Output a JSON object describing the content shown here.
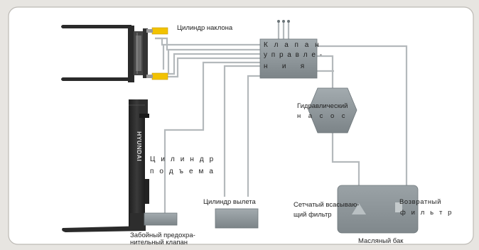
{
  "diagram": {
    "labels": {
      "tilt_cylinder": "Цилиндр наклона",
      "control_valve": [
        "К л а п а н",
        "у п р а в л е -",
        "н   и   я"
      ],
      "pump": [
        "Гидравлический",
        "н    а    с    о    с"
      ],
      "lift_cylinder": [
        "Ц и л и н д р",
        "п о д ъ е м а"
      ],
      "reach_cylinder": "Цилиндр вылета",
      "suction_filter": [
        "Сетчатый всасываю-",
        "щий фильтр"
      ],
      "return_filter": [
        "Возвратный",
        "ф и л ь т р"
      ],
      "oil_tank": "Масляный бак",
      "safety_valve": [
        "Забойный предохра-",
        "нительный клапан"
      ],
      "brand": "HYUNDAI"
    },
    "colors": {
      "background": "#e7e5e1",
      "panel": "#ffffff",
      "component": "#8a9296",
      "component_light": "#a7afb3",
      "hose": "#b3b8bb",
      "cylinder_yellow": "#f2c200",
      "mast": "#2b2b2b"
    }
  }
}
